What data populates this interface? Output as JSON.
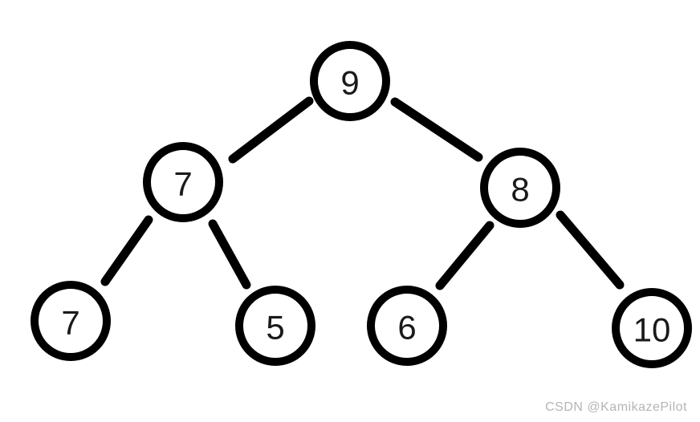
{
  "diagram": {
    "type": "binary-tree",
    "nodes": [
      {
        "id": "root",
        "label": "9"
      },
      {
        "id": "left",
        "label": "7"
      },
      {
        "id": "right",
        "label": "8"
      },
      {
        "id": "left-left",
        "label": "7"
      },
      {
        "id": "left-right",
        "label": "5"
      },
      {
        "id": "right-left",
        "label": "6"
      },
      {
        "id": "right-right",
        "label": "10"
      }
    ],
    "edges": [
      {
        "from": "root",
        "to": "left"
      },
      {
        "from": "root",
        "to": "right"
      },
      {
        "from": "left",
        "to": "left-left"
      },
      {
        "from": "left",
        "to": "left-right"
      },
      {
        "from": "right",
        "to": "right-left"
      },
      {
        "from": "right",
        "to": "right-right"
      }
    ]
  },
  "watermark": {
    "text": "CSDN @KamikazePilot"
  },
  "colors": {
    "node_stroke": "#000000",
    "edge": "#000000",
    "label": "#1a1a1a",
    "watermark": "#b5b5b5",
    "background": "#ffffff"
  }
}
